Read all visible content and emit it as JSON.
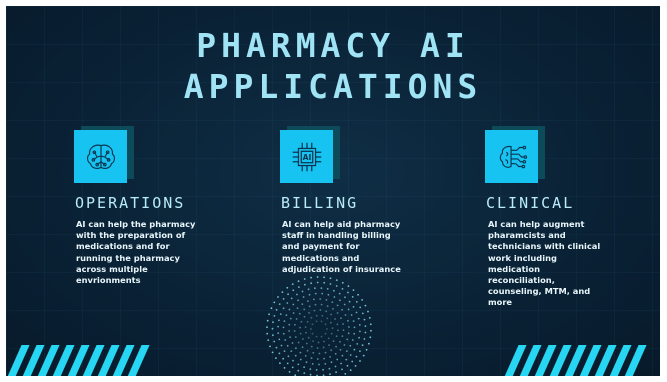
{
  "title_line1": "PHARMACY AI",
  "title_line2": "APPLICATIONS",
  "columns": [
    {
      "heading": "OPERATIONS",
      "icon": "brain-circuit-icon",
      "text": "AI can help the pharmacy with the preparation of medications and for running the pharmacy across multiple envrionments"
    },
    {
      "heading": "BILLING",
      "icon": "ai-chip-icon",
      "text": "AI can help aid pharmacy staff in handling billing and payment for medications and adjudication of insurance"
    },
    {
      "heading": "CLINICAL",
      "icon": "brain-network-icon",
      "text": "AI can help augment pharamcists and technicians with clinical work including medication reconciliation, counseling, MTM, and more"
    }
  ],
  "chip_label": "AI",
  "colors": {
    "background": "#0a2236",
    "title": "#9fe3f5",
    "accent": "#17c3f0",
    "stripe": "#27d6f2"
  }
}
